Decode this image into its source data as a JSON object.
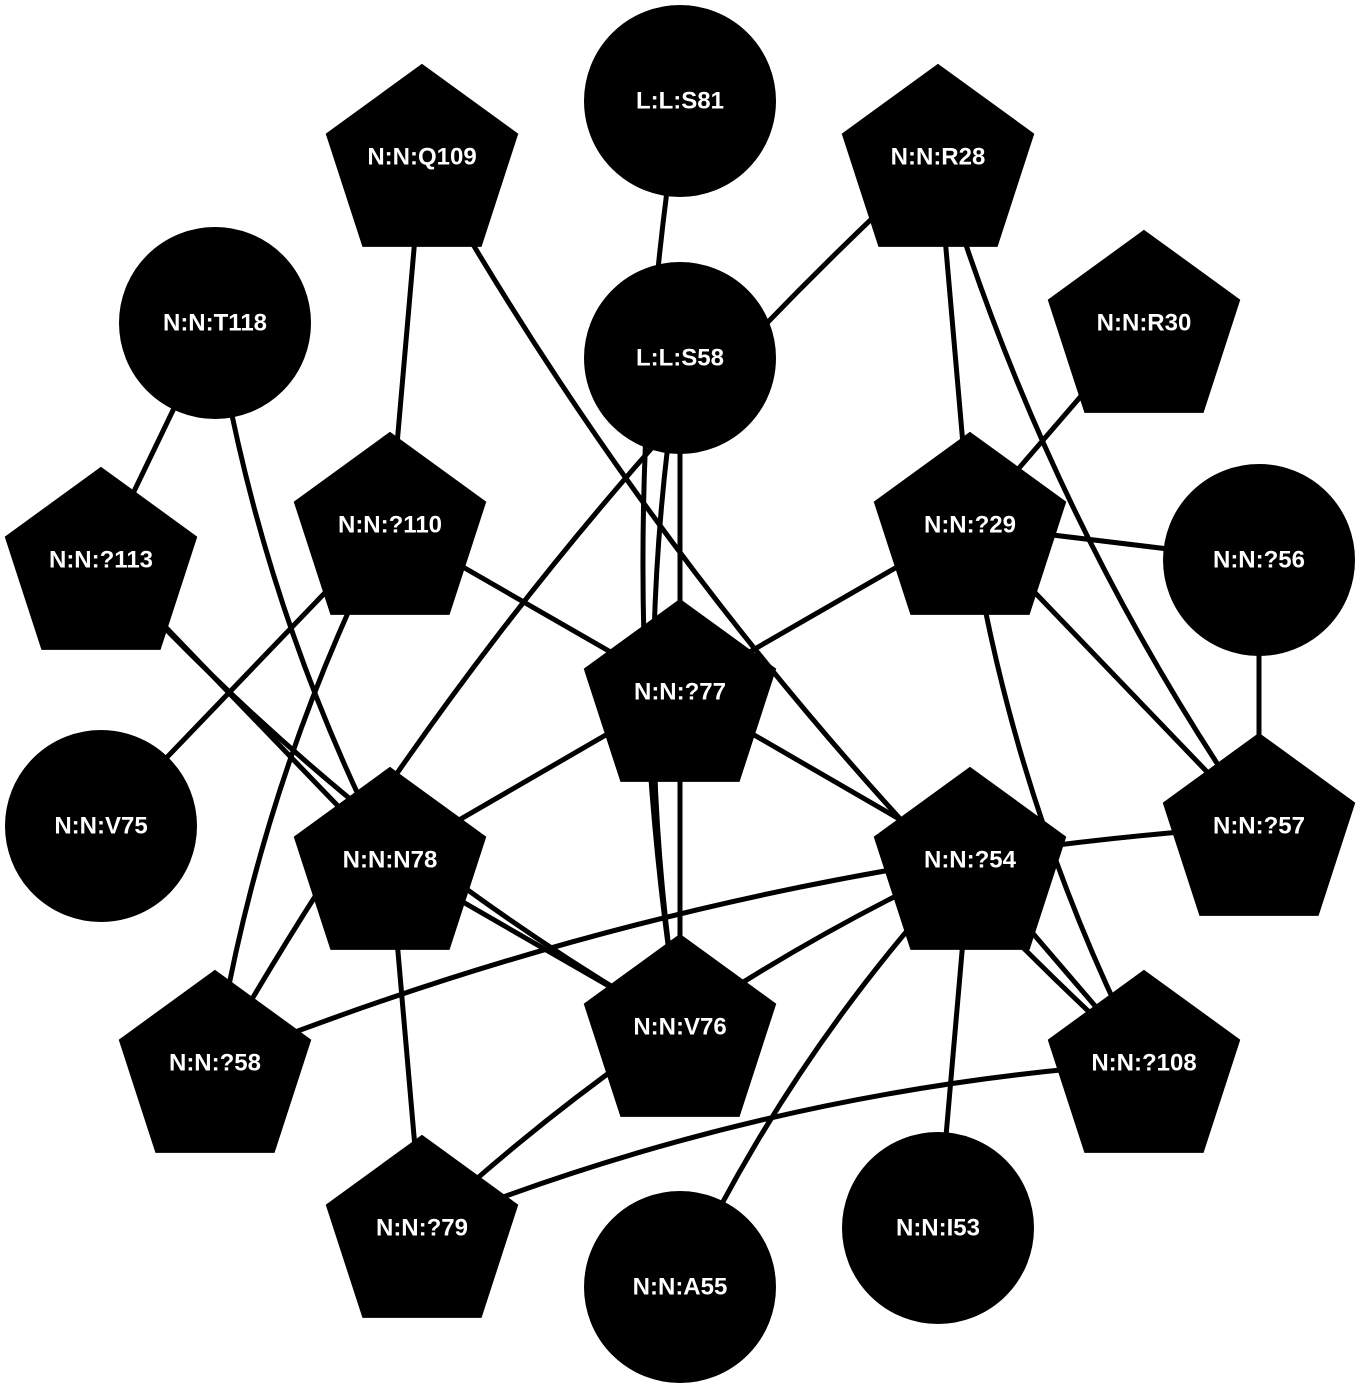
{
  "graph": {
    "style": {
      "node_fill": "#000000",
      "label_color": "#ffffff",
      "edge_color": "#000000",
      "background": "#ffffff"
    },
    "nodes": [
      {
        "id": "L:L:S81",
        "label": "L:L:S81",
        "shape": "circle"
      },
      {
        "id": "N:N:Q109",
        "label": "N:N:Q109",
        "shape": "pentagon"
      },
      {
        "id": "N:N:R28",
        "label": "N:N:R28",
        "shape": "pentagon"
      },
      {
        "id": "N:N:T118",
        "label": "N:N:T118",
        "shape": "circle"
      },
      {
        "id": "L:L:S58",
        "label": "L:L:S58",
        "shape": "circle"
      },
      {
        "id": "N:N:R30",
        "label": "N:N:R30",
        "shape": "pentagon"
      },
      {
        "id": "N:N:?113",
        "label": "N:N:?113",
        "shape": "pentagon"
      },
      {
        "id": "N:N:?110",
        "label": "N:N:?110",
        "shape": "pentagon"
      },
      {
        "id": "N:N:?29",
        "label": "N:N:?29",
        "shape": "pentagon"
      },
      {
        "id": "N:N:?56",
        "label": "N:N:?56",
        "shape": "circle"
      },
      {
        "id": "N:N:?77",
        "label": "N:N:?77",
        "shape": "pentagon"
      },
      {
        "id": "N:N:V75",
        "label": "N:N:V75",
        "shape": "circle"
      },
      {
        "id": "N:N:N78",
        "label": "N:N:N78",
        "shape": "pentagon"
      },
      {
        "id": "N:N:?54",
        "label": "N:N:?54",
        "shape": "pentagon"
      },
      {
        "id": "N:N:?57",
        "label": "N:N:?57",
        "shape": "pentagon"
      },
      {
        "id": "N:N:?58",
        "label": "N:N:?58",
        "shape": "pentagon"
      },
      {
        "id": "N:N:V76",
        "label": "N:N:V76",
        "shape": "pentagon"
      },
      {
        "id": "N:N:?108",
        "label": "N:N:?108",
        "shape": "pentagon"
      },
      {
        "id": "N:N:?79",
        "label": "N:N:?79",
        "shape": "pentagon"
      },
      {
        "id": "N:N:A55",
        "label": "N:N:A55",
        "shape": "circle"
      },
      {
        "id": "N:N:I53",
        "label": "N:N:I53",
        "shape": "circle"
      }
    ],
    "edges": [
      {
        "from": "N:N:T118",
        "to": "N:N:?113"
      },
      {
        "from": "N:N:T118",
        "to": "N:N:N78"
      },
      {
        "from": "N:N:Q109",
        "to": "N:N:?110"
      },
      {
        "from": "N:N:Q109",
        "to": "N:N:?108"
      },
      {
        "from": "L:L:S81",
        "to": "N:N:V76"
      },
      {
        "from": "L:L:S58",
        "to": "N:N:?77"
      },
      {
        "from": "L:L:S58",
        "to": "N:N:V76"
      },
      {
        "from": "N:N:R28",
        "to": "N:N:?58"
      },
      {
        "from": "N:N:R28",
        "to": "N:N:?29"
      },
      {
        "from": "N:N:R28",
        "to": "N:N:?57"
      },
      {
        "from": "N:N:R30",
        "to": "N:N:?29"
      },
      {
        "from": "N:N:?29",
        "to": "N:N:?56"
      },
      {
        "from": "N:N:?29",
        "to": "N:N:?57"
      },
      {
        "from": "N:N:?29",
        "to": "N:N:?77"
      },
      {
        "from": "N:N:?29",
        "to": "N:N:?108"
      },
      {
        "from": "N:N:?56",
        "to": "N:N:?57"
      },
      {
        "from": "N:N:?110",
        "to": "N:N:?77"
      },
      {
        "from": "N:N:?110",
        "to": "N:N:V75"
      },
      {
        "from": "N:N:?110",
        "to": "N:N:?58"
      },
      {
        "from": "N:N:?113",
        "to": "N:N:N78"
      },
      {
        "from": "N:N:?113",
        "to": "N:N:V76"
      },
      {
        "from": "N:N:?77",
        "to": "N:N:N78"
      },
      {
        "from": "N:N:?77",
        "to": "N:N:V76"
      },
      {
        "from": "N:N:?77",
        "to": "N:N:?54"
      },
      {
        "from": "N:N:N78",
        "to": "N:N:V76"
      },
      {
        "from": "N:N:N78",
        "to": "N:N:?79"
      },
      {
        "from": "N:N:?54",
        "to": "N:N:?108"
      },
      {
        "from": "N:N:?54",
        "to": "N:N:I53"
      },
      {
        "from": "N:N:?54",
        "to": "N:N:A55"
      },
      {
        "from": "N:N:?54",
        "to": "N:N:?79"
      },
      {
        "from": "N:N:?57",
        "to": "N:N:?58"
      },
      {
        "from": "N:N:?108",
        "to": "N:N:?79"
      }
    ]
  }
}
